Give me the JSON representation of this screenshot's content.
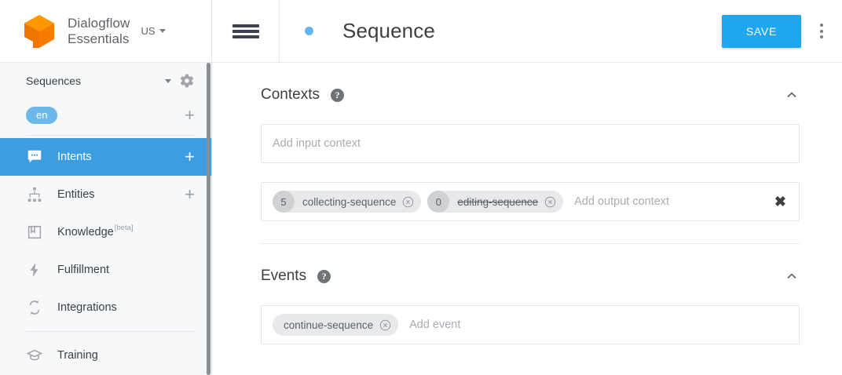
{
  "sidebar": {
    "brand": {
      "line1": "Dialogflow",
      "line2": "Essentials",
      "logo_icon": "dialogflow-cube-logo"
    },
    "region": {
      "label": "US",
      "icon": "caret-down-icon"
    },
    "agent": {
      "name": "Sequences",
      "dropdown_icon": "caret-down-icon",
      "settings_icon": "gear-icon"
    },
    "language": {
      "code": "en",
      "add_icon": "plus-icon"
    },
    "items": [
      {
        "label": "Intents",
        "icon": "speech-bubble-icon",
        "active": true,
        "add_icon": "plus-icon"
      },
      {
        "label": "Entities",
        "icon": "hierarchy-icon",
        "active": false,
        "add_icon": "plus-icon"
      },
      {
        "label": "Knowledge",
        "badge": "[beta]",
        "icon": "book-icon",
        "active": false
      },
      {
        "label": "Fulfillment",
        "icon": "lightning-bolt-icon",
        "active": false
      },
      {
        "label": "Integrations",
        "icon": "sync-arrows-icon",
        "active": false
      },
      {
        "label": "Training",
        "icon": "graduation-cap-icon",
        "active": false
      }
    ]
  },
  "topbar": {
    "menu_icon": "hamburger-menu-icon",
    "status_dot": "status-dot-blue",
    "title": "Sequence",
    "save_label": "SAVE",
    "more_icon": "kebab-menu-icon"
  },
  "contexts": {
    "title": "Contexts",
    "help_icon": "help-circle-icon",
    "collapse_icon": "chevron-up-icon",
    "input_placeholder": "Add input context",
    "output_placeholder": "Add output context",
    "clear_icon": "close-x-icon",
    "output_chips": [
      {
        "lifespan": "5",
        "label": "collecting-sequence",
        "expired": false,
        "remove_icon": "remove-circle-icon"
      },
      {
        "lifespan": "0",
        "label": "editing-sequence",
        "expired": true,
        "remove_icon": "remove-circle-icon"
      }
    ]
  },
  "events": {
    "title": "Events",
    "help_icon": "help-circle-icon",
    "collapse_icon": "chevron-up-icon",
    "placeholder": "Add event",
    "chips": [
      {
        "label": "continue-sequence",
        "remove_icon": "remove-circle-icon"
      }
    ]
  },
  "colors": {
    "accent_blue": "#3c9ee0",
    "save_blue": "#20a6ef",
    "lang_pill_blue": "#6cb8ea",
    "logo_orange": "#ee7600",
    "logo_orange_light": "#ff9800",
    "sidebar_bg": "#f7f8f9"
  }
}
